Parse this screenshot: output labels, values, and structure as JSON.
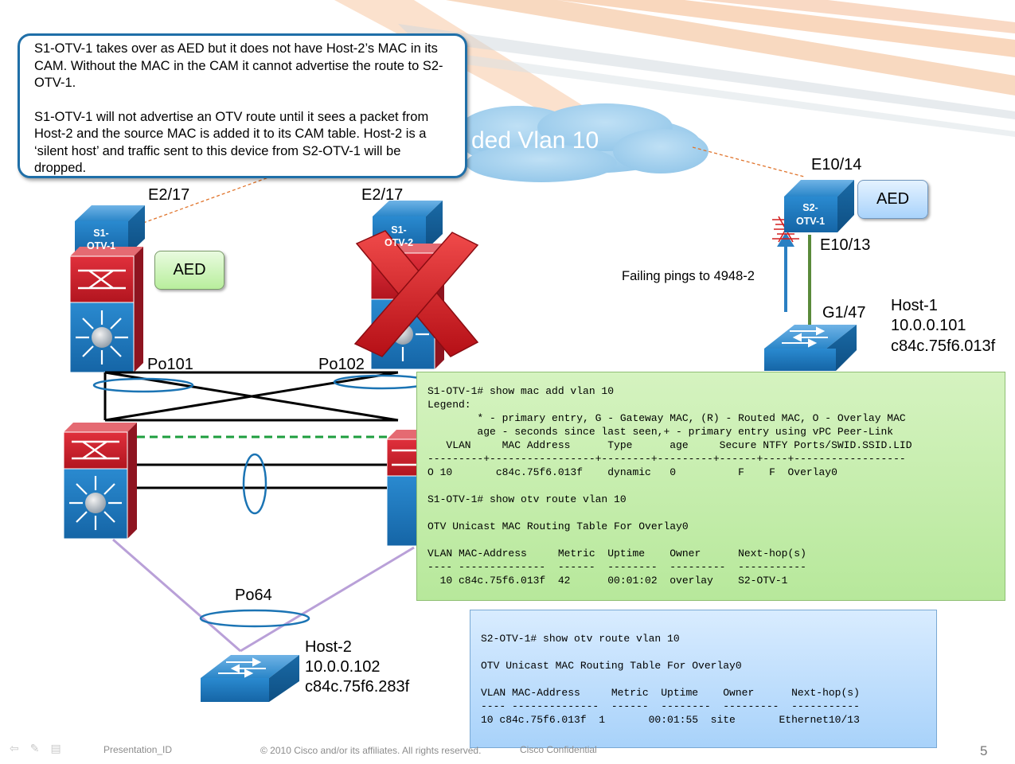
{
  "callout": {
    "paragraph1": "S1-OTV-1 takes over as AED but it does not have Host-2’s MAC in its CAM.  Without the MAC in the CAM it cannot advertise the route to S2-OTV-1.",
    "paragraph2": "S1-OTV-1 will not advertise an OTV route until it sees a packet from Host-2 and the source MAC is added it to its CAM table.  Host-2 is a ‘silent host’ and traffic sent to this device from S2-OTV-1 will be dropped."
  },
  "cloud_label": "ded Vlan 10",
  "devices": {
    "s1_otv1": "S1-\nOTV-1",
    "s1_otv2": "S1-\nOTV-2",
    "s2_otv1": "S2-\nOTV-1"
  },
  "interfaces": {
    "e2_17_left": "E2/17",
    "e2_17_right": "E2/17",
    "e10_14": "E10/14",
    "e10_13": "E10/13",
    "g1_47": "G1/47",
    "po101": "Po101",
    "po102": "Po102",
    "po64": "Po64"
  },
  "aed_left": "AED",
  "aed_right": "AED",
  "failing_pings": "Failing pings to 4948-2",
  "host1": {
    "name": "Host-1",
    "ip": "10.0.0.101",
    "mac": "c84c.75f6.013f"
  },
  "host2": {
    "name": "Host-2",
    "ip": "10.0.0.102",
    "mac": "c84c.75f6.283f"
  },
  "terminal_s1": [
    "S1-OTV-1# show mac add vlan 10",
    "Legend:",
    "        * - primary entry, G - Gateway MAC, (R) - Routed MAC, O - Overlay MAC",
    "        age - seconds since last seen,+ - primary entry using vPC Peer-Link",
    "   VLAN     MAC Address      Type      age     Secure NTFY Ports/SWID.SSID.LID",
    "---------+-----------------+--------+---------+------+----+------------------",
    "O 10       c84c.75f6.013f    dynamic   0          F    F  Overlay0",
    "",
    "S1-OTV-1# show otv route vlan 10",
    "",
    "OTV Unicast MAC Routing Table For Overlay0",
    "",
    "VLAN MAC-Address     Metric  Uptime    Owner      Next-hop(s)",
    "---- --------------  ------  --------  ---------  -----------",
    "  10 c84c.75f6.013f  42      00:01:02  overlay    S2-OTV-1"
  ],
  "terminal_s2": [
    "S2-OTV-1# show otv route vlan 10",
    "",
    "OTV Unicast MAC Routing Table For Overlay0",
    "",
    "VLAN MAC-Address     Metric  Uptime    Owner      Next-hop(s)",
    "---- --------------  ------  --------  ---------  -----------",
    "10 c84c.75f6.013f  1       00:01:55  site       Ethernet10/13"
  ],
  "footer": {
    "presentation_id": "Presentation_ID",
    "copyright": "© 2010 Cisco and/or its affiliates. All rights reserved.",
    "confidential": "Cisco Confidential",
    "page_number": "5"
  },
  "colors": {
    "callout_border": "#1f6fa8",
    "otv_blue": "#1b74b4",
    "switch_red": "#c8202d",
    "vpc_peer_green": "#1e9e3e",
    "host_link_purple": "#b9a0d8",
    "failure_red": "#d21f1f"
  }
}
